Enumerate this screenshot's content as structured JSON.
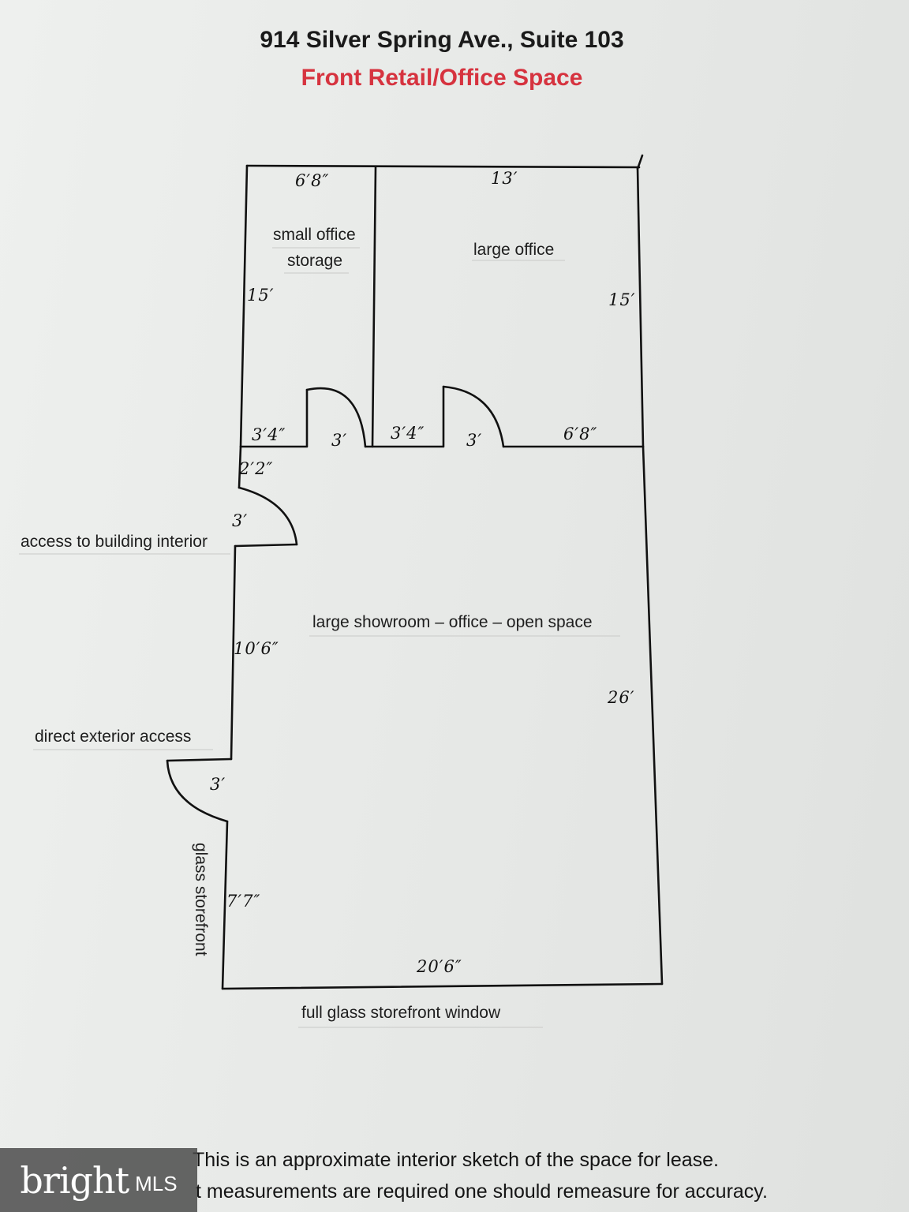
{
  "header": {
    "address": "914 Silver Spring Ave., Suite 103",
    "subtitle": "Front Retail/Office Space"
  },
  "rooms": {
    "small_office_line1": "small office",
    "small_office_line2": "storage",
    "large_office": "large office",
    "showroom": "large showroom – office – open space"
  },
  "annotations": {
    "interior_access": "access to building interior",
    "exterior_access": "direct exterior access",
    "glass_storefront": "glass storefront",
    "storefront_window": "full glass storefront window"
  },
  "dimensions": {
    "small_office_width": "6′8″",
    "large_office_width": "13′",
    "small_office_depth": "15′",
    "large_office_depth": "15′",
    "wall_left_seg": "3′4″",
    "door_small_office": "3′",
    "wall_mid_seg": "3′4″",
    "door_large_office": "3′",
    "wall_right_seg": "6′8″",
    "left_upper_seg": "2′2″",
    "interior_door": "3′",
    "left_mid_seg": "10′6″",
    "showroom_depth": "26′",
    "exterior_door": "3′",
    "left_lower_seg": "7′7″",
    "front_width": "20′6″"
  },
  "disclaimer": {
    "line1": "This is an approximate interior sketch of the space for lease.",
    "line2": "t measurements are required one should remeasure for accuracy."
  },
  "watermark": {
    "brand": "bright",
    "suffix": "MLS"
  }
}
